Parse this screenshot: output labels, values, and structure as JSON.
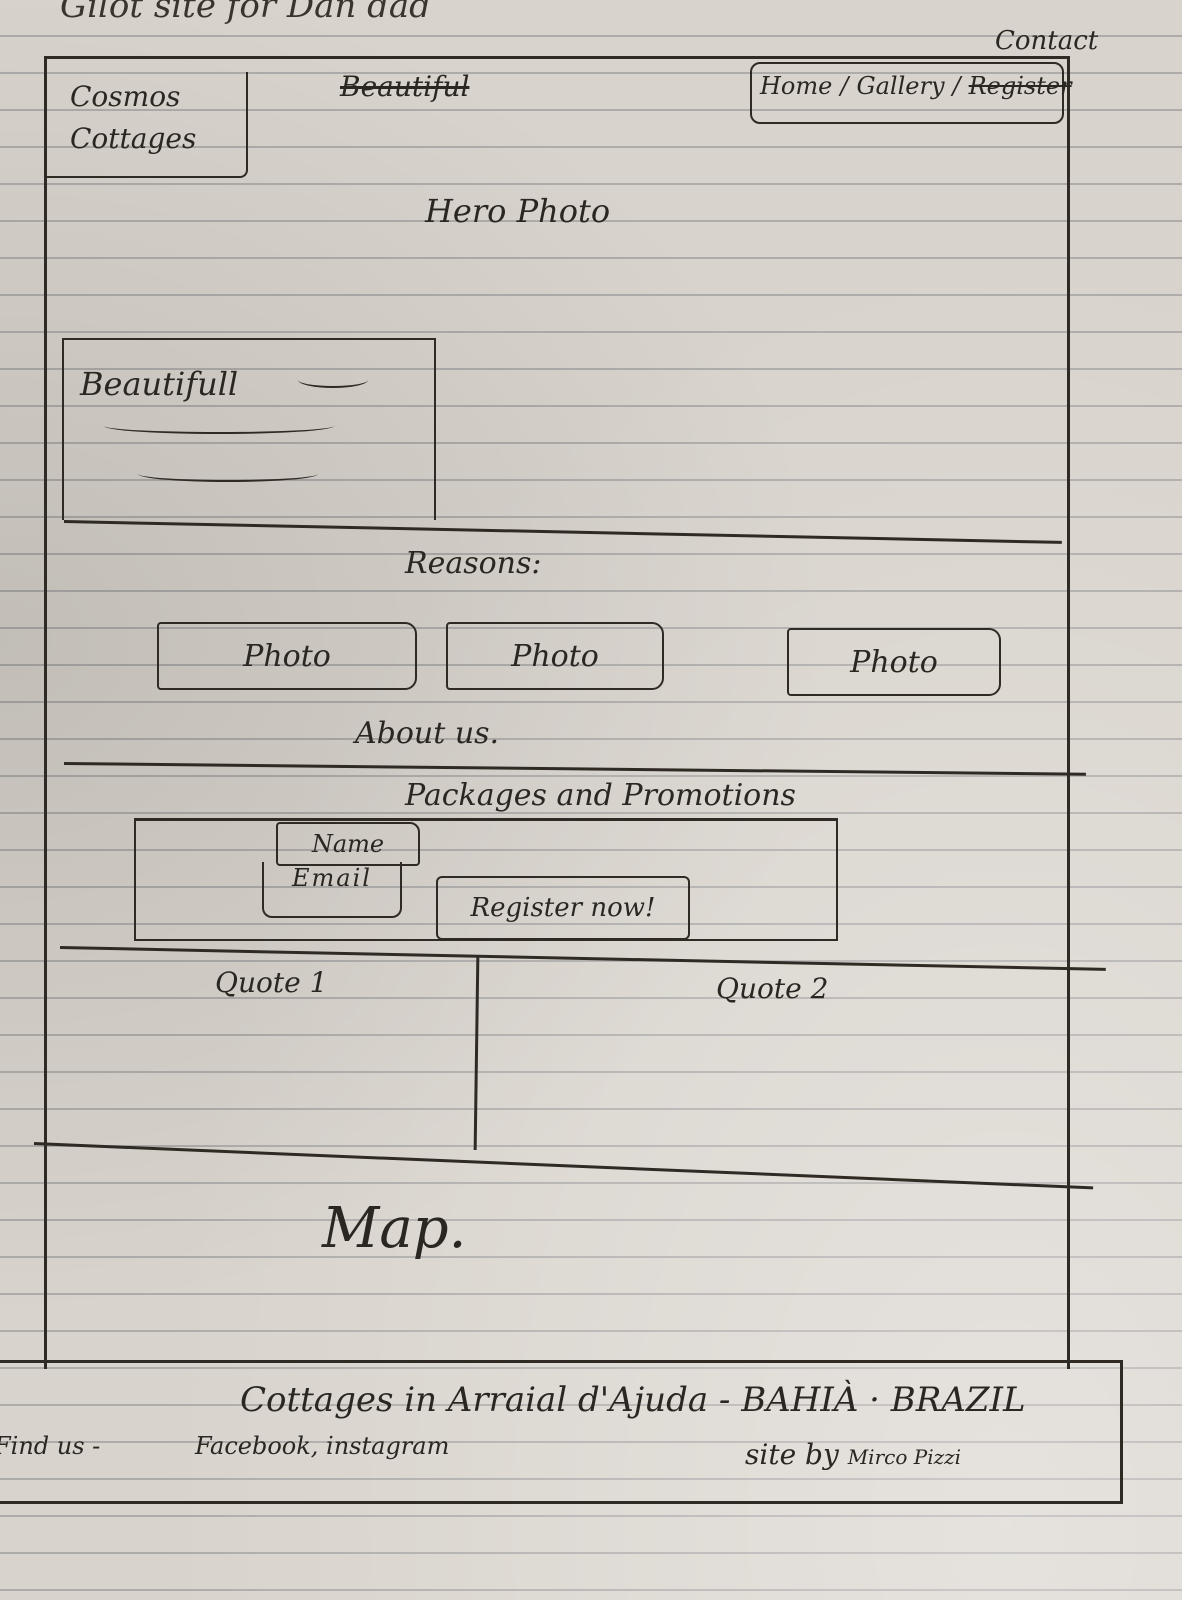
{
  "header": {
    "top_scribble": "Gilot site for Dan dad",
    "contact": "Contact",
    "logo": "Cosmos Cottages",
    "struck_title": "Beautiful",
    "nav": [
      "Home",
      "Gallery",
      "Register"
    ]
  },
  "hero": {
    "label": "Hero Photo",
    "card_title": "Beautifull"
  },
  "reasons": {
    "title": "Reasons:",
    "photos": [
      "Photo",
      "Photo",
      "Photo"
    ],
    "about": "About us."
  },
  "packages": {
    "title": "Packages and Promotions",
    "name_field": "Name",
    "email_field": "Email",
    "register_button": "Register now!"
  },
  "quotes": [
    "Quote 1",
    "Quote 2"
  ],
  "map": {
    "label": "Map."
  },
  "footer": {
    "location": "Cottages in Arraial d'Ajuda - BAHIÀ · BRAZIL",
    "find_us": "Find us -",
    "social": "Facebook, instagram",
    "credit": "site by",
    "credit_name": "Mirco Pizzi"
  }
}
